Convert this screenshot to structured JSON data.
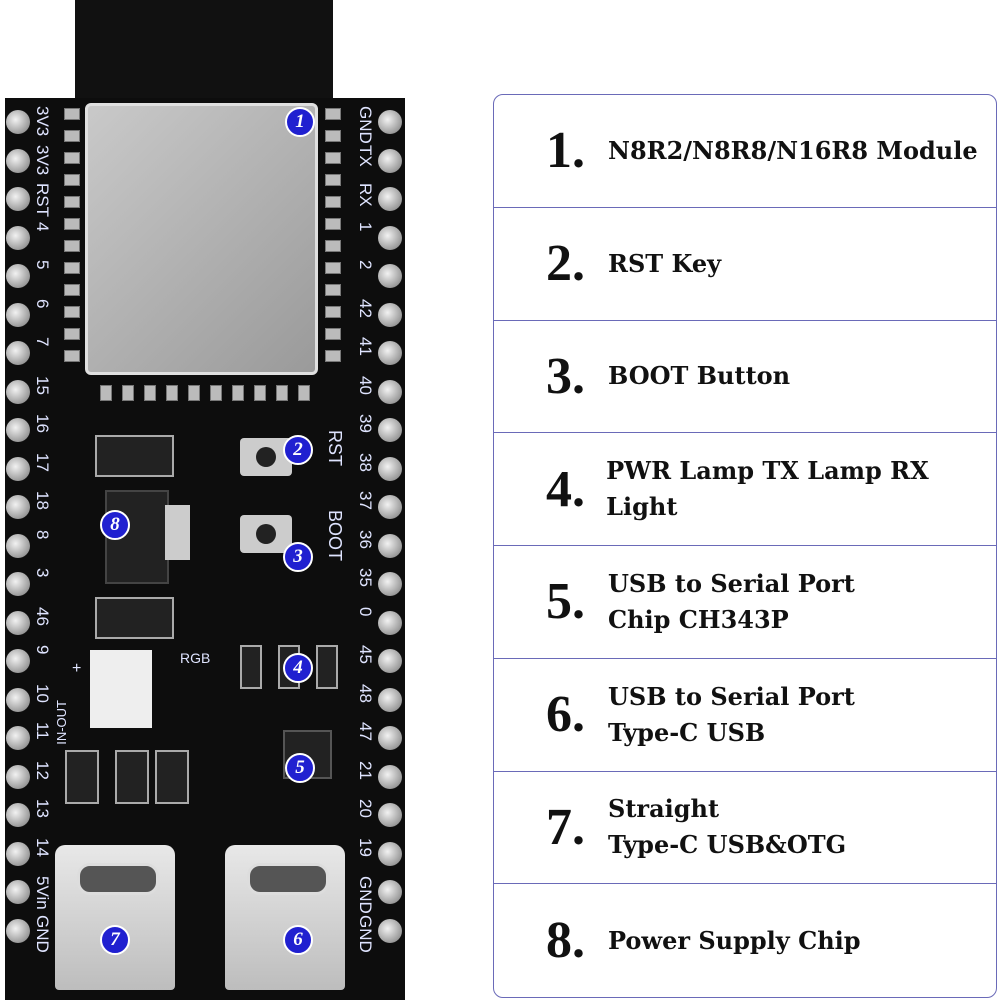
{
  "left_pins": [
    "3V3",
    "3V3",
    "RST",
    "4",
    "5",
    "6",
    "7",
    "15",
    "16",
    "17",
    "18",
    "8",
    "3",
    "46",
    "9",
    "10",
    "11",
    "12",
    "13",
    "14",
    "5Vin",
    "GND"
  ],
  "right_pins": [
    "GND",
    "TX",
    "RX",
    "1",
    "2",
    "42",
    "41",
    "40",
    "39",
    "38",
    "37",
    "36",
    "35",
    "0",
    "45",
    "48",
    "47",
    "21",
    "20",
    "19",
    "GND",
    "GND"
  ],
  "silk": {
    "rst": "RST",
    "boot": "BOOT",
    "rgb": "RGB",
    "in_out": "IN-OUT",
    "plus": "+"
  },
  "markers": [
    "1",
    "2",
    "3",
    "4",
    "5",
    "6",
    "7",
    "8"
  ],
  "legend": [
    {
      "num": "1.",
      "lines": [
        "N8R2/N8R8/N16R8 Module"
      ]
    },
    {
      "num": "2.",
      "lines": [
        "RST Key"
      ]
    },
    {
      "num": "3.",
      "lines": [
        "BOOT Button"
      ]
    },
    {
      "num": "4.",
      "lines": [
        "PWR Lamp TX Lamp RX Light"
      ]
    },
    {
      "num": "5.",
      "lines": [
        "USB to Serial Port",
        "Chip CH343P"
      ]
    },
    {
      "num": "6.",
      "lines": [
        "USB to Serial Port",
        "Type-C USB"
      ]
    },
    {
      "num": "7.",
      "lines": [
        "Straight",
        "Type-C USB&OTG"
      ]
    },
    {
      "num": "8.",
      "lines": [
        "Power Supply Chip"
      ]
    }
  ],
  "colors": {
    "marker": "#2020d0",
    "border": "#6a6ab8"
  }
}
